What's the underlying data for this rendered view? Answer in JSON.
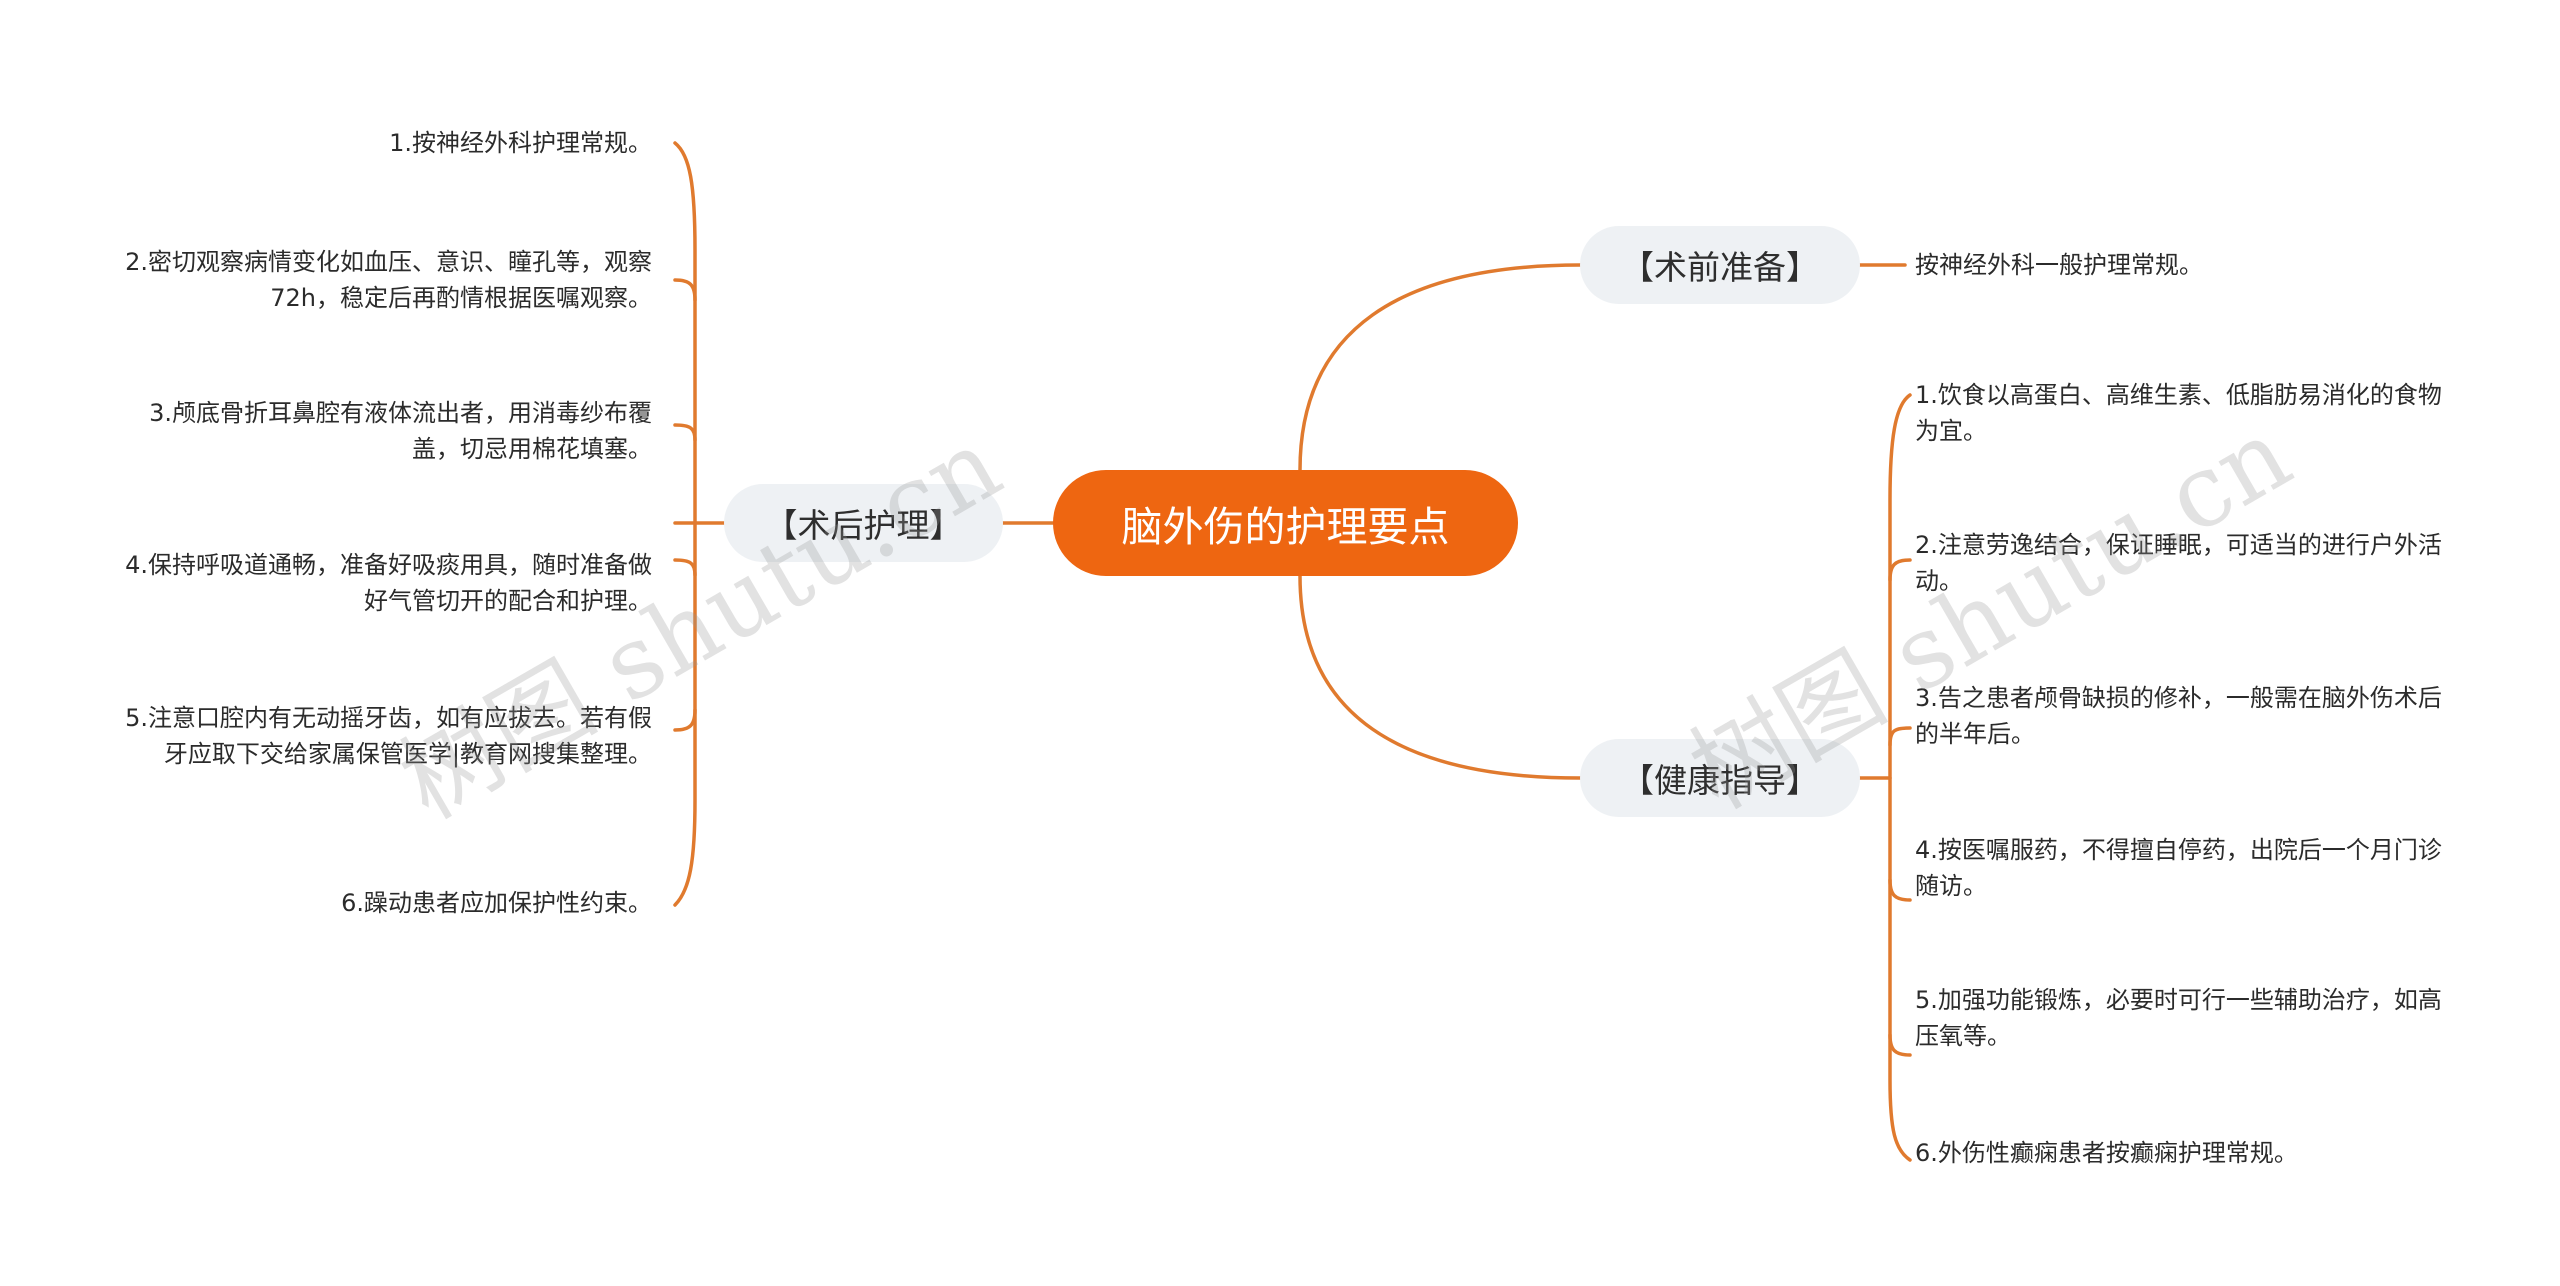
{
  "root": {
    "label": "脑外伤的护理要点"
  },
  "branches": {
    "pre_op": {
      "label": "【术前准备】",
      "items": [
        "按神经外科一般护理常规。"
      ]
    },
    "post_op": {
      "label": "【术后护理】",
      "items": [
        "1.按神经外科护理常规。",
        "2.密切观察病情变化如血压、意识、瞳孔等，观察72h，稳定后再酌情根据医嘱观察。",
        "3.颅底骨折耳鼻腔有液体流出者，用消毒纱布覆盖，切忌用棉花填塞。",
        "4.保持呼吸道通畅，准备好吸痰用具，随时准备做好气管切开的配合和护理。",
        "5.注意口腔内有无动摇牙齿，如有应拔去。若有假牙应取下交给家属保管医学|教育网搜集整理。",
        "6.躁动患者应加保护性约束。"
      ]
    },
    "health": {
      "label": "【健康指导】",
      "items": [
        "1.饮食以高蛋白、高维生素、低脂肪易消化的食物为宜。",
        "2.注意劳逸结合，保证睡眠，可适当的进行户外活动。",
        "3.告之患者颅骨缺损的修补，一般需在脑外伤术后的半年后。",
        "4.按医嘱服药，不得擅自停药，出院后一个月门诊随访。",
        "5.加强功能锻炼，必要时可行一些辅助治疗，如高压氧等。",
        "6.外伤性癫痫患者按癫痫护理常规。"
      ]
    }
  },
  "watermark": {
    "text": "树图 shutu.cn"
  },
  "colors": {
    "accent": "#ee6611",
    "line": "#e07a2e",
    "branch_bg": "#eef1f4"
  }
}
